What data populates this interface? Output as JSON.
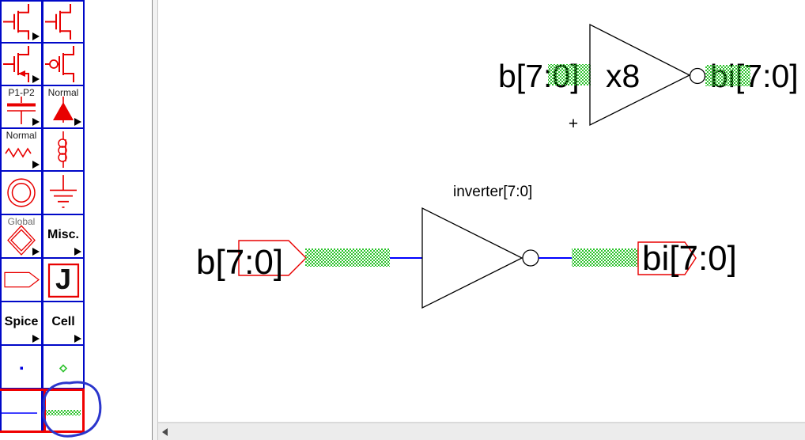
{
  "palette": {
    "items": [
      {
        "icon": "nmos-transistor-icon",
        "arrow": true
      },
      {
        "icon": "nmos-transistor-icon",
        "arrow": false
      },
      {
        "icon": "transistor-arrow-icon",
        "arrow": true
      },
      {
        "icon": "pmos-transistor-icon",
        "arrow": false
      },
      {
        "icon": "capacitor-icon",
        "label": "P1-P2",
        "arrow": true
      },
      {
        "icon": "diode-icon",
        "label": "Normal",
        "arrow": true
      },
      {
        "icon": "resistor-icon",
        "label": "Normal",
        "arrow": true
      },
      {
        "icon": "inductor-icon",
        "arrow": false
      },
      {
        "icon": "power-icon",
        "arrow": false
      },
      {
        "icon": "ground-icon",
        "arrow": false
      },
      {
        "icon": "global-icon",
        "label": "Global",
        "arrow": true
      },
      {
        "icon": "misc-icon",
        "label": "Misc.",
        "arrow": true
      },
      {
        "icon": "export-tag-icon",
        "arrow": false
      },
      {
        "icon": "cell-instance-icon",
        "label": "J",
        "arrow": false
      },
      {
        "icon": "spice-icon",
        "label": "Spice",
        "arrow": true
      },
      {
        "icon": "cell-icon",
        "label": "Cell",
        "arrow": true
      },
      {
        "icon": "pin-dot-icon",
        "arrow": false
      },
      {
        "icon": "green-pin-dot-icon",
        "arrow": false
      },
      {
        "icon": "wire-arc-icon",
        "arrow": false
      },
      {
        "icon": "bus-arc-icon",
        "arrow": false,
        "selected": true
      }
    ]
  },
  "canvas": {
    "icon_instance": {
      "input_label": "b[7:0]",
      "body_label": "x8",
      "output_label": "bi[7:0]",
      "anchor_mark": "+"
    },
    "schematic": {
      "title": "inverter[7:0]",
      "input_export": "b[7:0]",
      "output_export": "bi[7:0]"
    }
  },
  "colors": {
    "palette_symbol_red": "#e80000",
    "palette_border_blue": "#0008c8",
    "selection_red": "#f00000",
    "highlight_green": "#2cc22c",
    "wire_blue": "#0000ff",
    "annotation_blue": "#2a35cc"
  }
}
